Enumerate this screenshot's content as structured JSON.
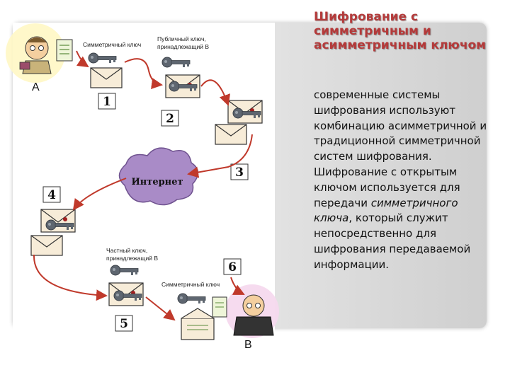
{
  "slide": {
    "title": "Шифрование с симметричным и асимметричным ключом",
    "body_part1": "современные системы шифрования используют комбинацию асимметричной и традиционной симметричной систем шифрования. Шифрование с открытым ключом используется для передачи ",
    "body_italic": "симметричного ключа",
    "body_part2": ", который служит непосредственно для шифрования передаваемой информации."
  },
  "diagram": {
    "label_symmetric_key_top": "Симметричный ключ",
    "label_public_key_line1": "Публичный ключ,",
    "label_public_key_line2": "принадлежащий В",
    "label_private_key_line1": "Частный ключ,",
    "label_private_key_line2": "принадлежащий В",
    "label_symmetric_key_bottom": "Симметричный ключ",
    "cloud_label": "Интернет",
    "person_a": "A",
    "person_b": "B",
    "step_numbers": [
      "1",
      "2",
      "3",
      "4",
      "5",
      "6"
    ]
  },
  "colors": {
    "title": "#b43a3a",
    "arrows": "#c0392b",
    "cloud": "#a98bc7",
    "key": "#5e6670",
    "envelope": "#f7ecd8",
    "halo": "#fff7c4"
  }
}
